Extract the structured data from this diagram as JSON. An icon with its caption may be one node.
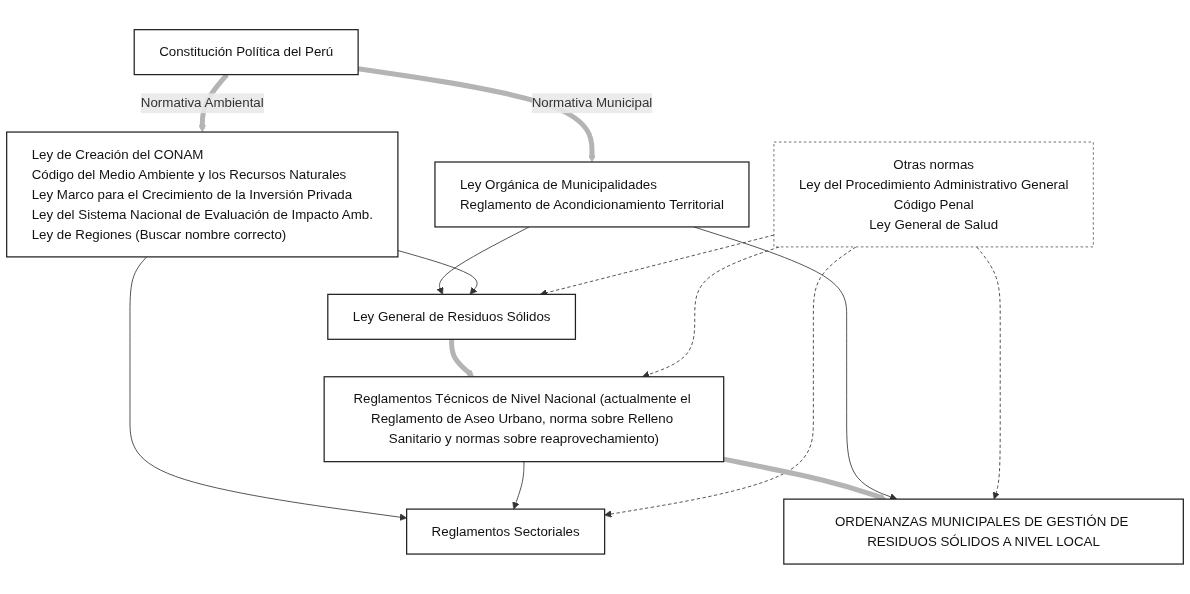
{
  "diagram": {
    "nodes": [
      {
        "text": [
          "Constitución Política del Perú"
        ]
      },
      {
        "text": [
          "Ley Orgánica de Municipalidades",
          "Reglamento de Acondicionamiento Territorial"
        ]
      },
      {
        "text": [
          "Ley de Creación del CONAM",
          "Código del Medio Ambiente y los Recursos Naturales",
          "Ley Marco para el Crecimiento de la Inversión Privada",
          "Ley del Sistema Nacional de Evaluación de Impacto Amb.",
          "Ley de Regiones (Buscar nombre correcto)"
        ]
      },
      {
        "text": [
          "Ley General de Residuos Sólidos"
        ]
      },
      {
        "text": [
          "Otras normas",
          "Ley del Procedimiento Administrativo General",
          "Código Penal",
          "Ley General de Salud"
        ]
      },
      {
        "text": [
          "Reglamentos Técnicos de Nivel Nacional (actualmente el Reglamento de Aseo Urbano, norma sobre Relleno Sanitario y normas sobre reaprovechamiento)"
        ]
      },
      {
        "text": [
          "Reglamentos Sectoriales"
        ]
      },
      {
        "text": [
          "ORDENANZAS MUNICIPALES DE GESTIÓN DE RESIDUOS SÓLIDOS A NIVEL LOCAL"
        ]
      }
    ],
    "edges": [
      {
        "from": 0,
        "to": 1,
        "arrow": "to",
        "label": "Normativa Municipal",
        "style": "thick",
        "color": "#b4b4b4"
      },
      {
        "from": 0,
        "to": 2,
        "arrow": "to",
        "label": "Normativa Ambiental",
        "style": "thick",
        "color": "#b4b4b4"
      },
      {
        "from": 1,
        "to": 3,
        "arrow": "to"
      },
      {
        "from": 2,
        "to": 3,
        "arrow": "to"
      },
      {
        "from": 4,
        "to": 3,
        "arrow": "to",
        "style": "dashed"
      },
      {
        "from": 3,
        "to": 5,
        "arrow": "to",
        "style": "thick",
        "color": "#b4b4b4"
      },
      {
        "from": 2,
        "to": 6,
        "arrow": "to"
      },
      {
        "from": 4,
        "to": 5,
        "arrow": "to",
        "style": "dashed"
      },
      {
        "from": 5,
        "to": 6,
        "arrow": "to"
      },
      {
        "from": 4,
        "to": 6,
        "arrow": "to",
        "style": "dashed"
      },
      {
        "from": 5,
        "to": 7,
        "arrow": "to",
        "style": "thick",
        "color": "#b4b4b4"
      },
      {
        "from": 1,
        "to": 7,
        "arrow": "to"
      },
      {
        "from": 4,
        "to": 7,
        "arrow": "to",
        "style": "dashed"
      }
    ]
  }
}
